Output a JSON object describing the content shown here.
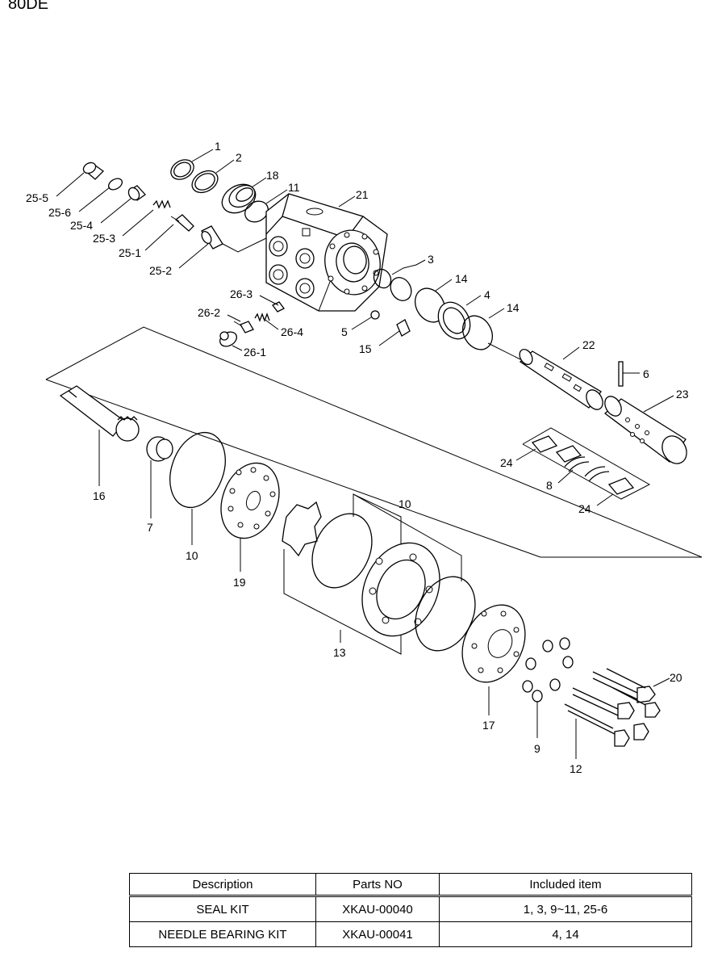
{
  "title": "80DE",
  "labels": {
    "p1": "1",
    "p2": "2",
    "p18": "18",
    "p11": "11",
    "p21": "21",
    "p25_5": "25-5",
    "p25_6": "25-6",
    "p25_4": "25-4",
    "p25_3": "25-3",
    "p25_1": "25-1",
    "p25_2": "25-2",
    "p3": "3",
    "p14a": "14",
    "p4": "4",
    "p14b": "14",
    "p26_3": "26-3",
    "p26_2": "26-2",
    "p26_4": "26-4",
    "p26_1": "26-1",
    "p5": "5",
    "p15": "15",
    "p22": "22",
    "p6": "6",
    "p23": "23",
    "p24a": "24",
    "p8": "8",
    "p24b": "24",
    "p16": "16",
    "p7": "7",
    "p10a": "10",
    "p19": "19",
    "p10b": "10",
    "p13": "13",
    "p17": "17",
    "p9": "9",
    "p12": "12",
    "p20": "20"
  },
  "kit_table": {
    "headers": [
      "Description",
      "Parts NO",
      "Included item"
    ],
    "rows": [
      [
        "SEAL KIT",
        "XKAU-00040",
        "1, 3, 9~11, 25-6"
      ],
      [
        "NEEDLE BEARING KIT",
        "XKAU-00041",
        "4, 14"
      ]
    ]
  }
}
